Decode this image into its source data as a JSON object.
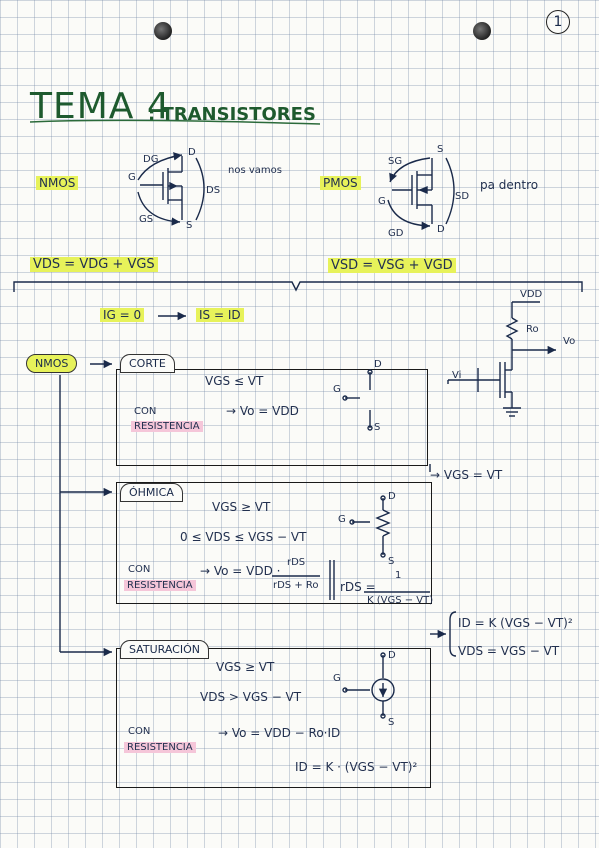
{
  "page_number": "1",
  "title": {
    "main": "TEMA 4",
    "sub": ": TRANSISTORES"
  },
  "nmos": {
    "label": "NMOS",
    "dg": "DG",
    "d": "D",
    "g": "G",
    "gs": "GS",
    "s": "S",
    "ds": "DS",
    "note": "nos vamos",
    "eq": "VDS = VDG + VGS"
  },
  "pmos": {
    "label": "PMOS",
    "sg": "SG",
    "s": "S",
    "g": "G",
    "gd": "GD",
    "d": "D",
    "sd": "SD",
    "note": "pa dentro",
    "eq": "VSD = VSG + VGD"
  },
  "gate_rule": {
    "left": "IG = 0",
    "right": "IS = ID"
  },
  "circuit": {
    "vdd": "VDD",
    "ro": "Ro",
    "vo": "Vo",
    "vi": "Vi"
  },
  "main_bubble": "NMOS",
  "corte": {
    "tab": "CORTE",
    "cond": "VGS ≤ VT",
    "with_res_1": "CON",
    "with_res_2": "RESISTENCIA",
    "result": "→ Vo = VDD",
    "d": "D",
    "g": "G",
    "s": "S"
  },
  "between1": "→ VGS = VT",
  "ohmica": {
    "tab": "ÓHMICA",
    "cond1": "VGS ≥ VT",
    "cond2": "0 ≤ VDS ≤ VGS − VT",
    "with_res_1": "CON",
    "with_res_2": "RESISTENCIA",
    "result_pre": "→ Vo = VDD ·",
    "frac_num": "rDS",
    "frac_den": "rDS + Ro",
    "rds_label": "rDS =",
    "rds_num": "1",
    "rds_den": "K (VGS − VT)",
    "d": "D",
    "g": "G",
    "s": "S"
  },
  "between2": {
    "line1": "ID = K (VGS − VT)²",
    "line2": "VDS = VGS − VT"
  },
  "saturacion": {
    "tab": "SATURACIÓN",
    "cond1": "VGS ≥ VT",
    "cond2": "VDS > VGS − VT",
    "with_res_1": "CON",
    "with_res_2": "RESISTENCIA",
    "result": "→ Vo = VDD − Ro·ID",
    "id_eq": "ID = K · (VGS − VT)²",
    "d": "D",
    "g": "G",
    "s": "S"
  }
}
